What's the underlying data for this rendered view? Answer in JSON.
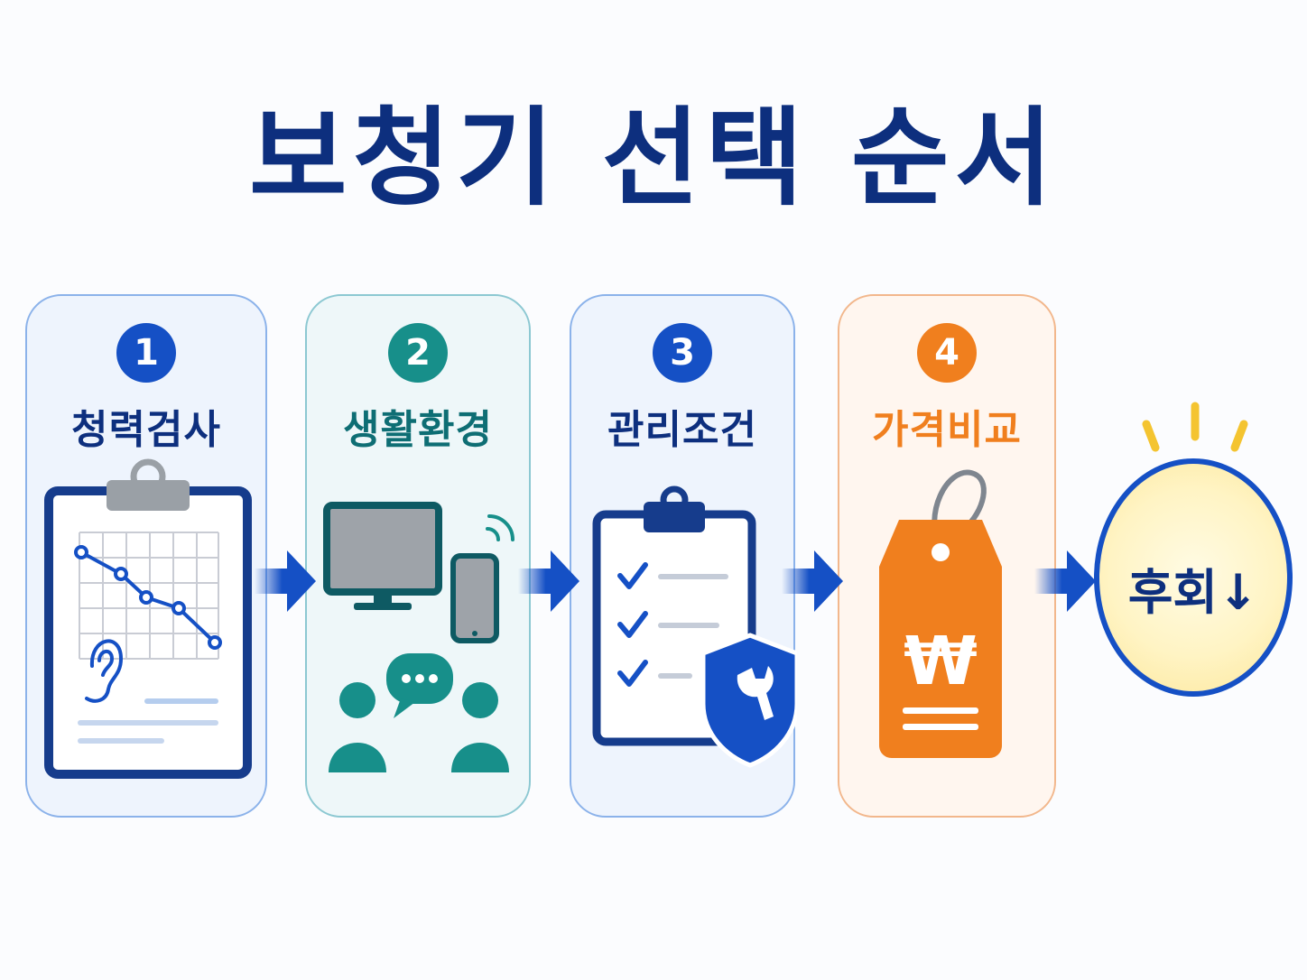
{
  "title": "보청기 선택 순서",
  "steps": [
    {
      "number": "1",
      "label": "청력검사"
    },
    {
      "number": "2",
      "label": "생활환경"
    },
    {
      "number": "3",
      "label": "관리조건"
    },
    {
      "number": "4",
      "label": "가격비교"
    }
  ],
  "result": {
    "label": "후회↓"
  },
  "price_symbol": "₩",
  "colors": {
    "navy": "#0d2f7e",
    "blue": "#1550c5",
    "teal": "#178f8a",
    "orange": "#f07f1e",
    "yellow": "#f4c430"
  },
  "icons": [
    "clipboard-icon",
    "audiogram-chart-icon",
    "ear-icon",
    "monitor-icon",
    "smartphone-icon",
    "wifi-signal-icon",
    "speech-bubble-icon",
    "people-icon",
    "checklist-clipboard-icon",
    "shield-wrench-icon",
    "price-tag-icon",
    "arrow-right-icon",
    "light-rays-icon"
  ]
}
